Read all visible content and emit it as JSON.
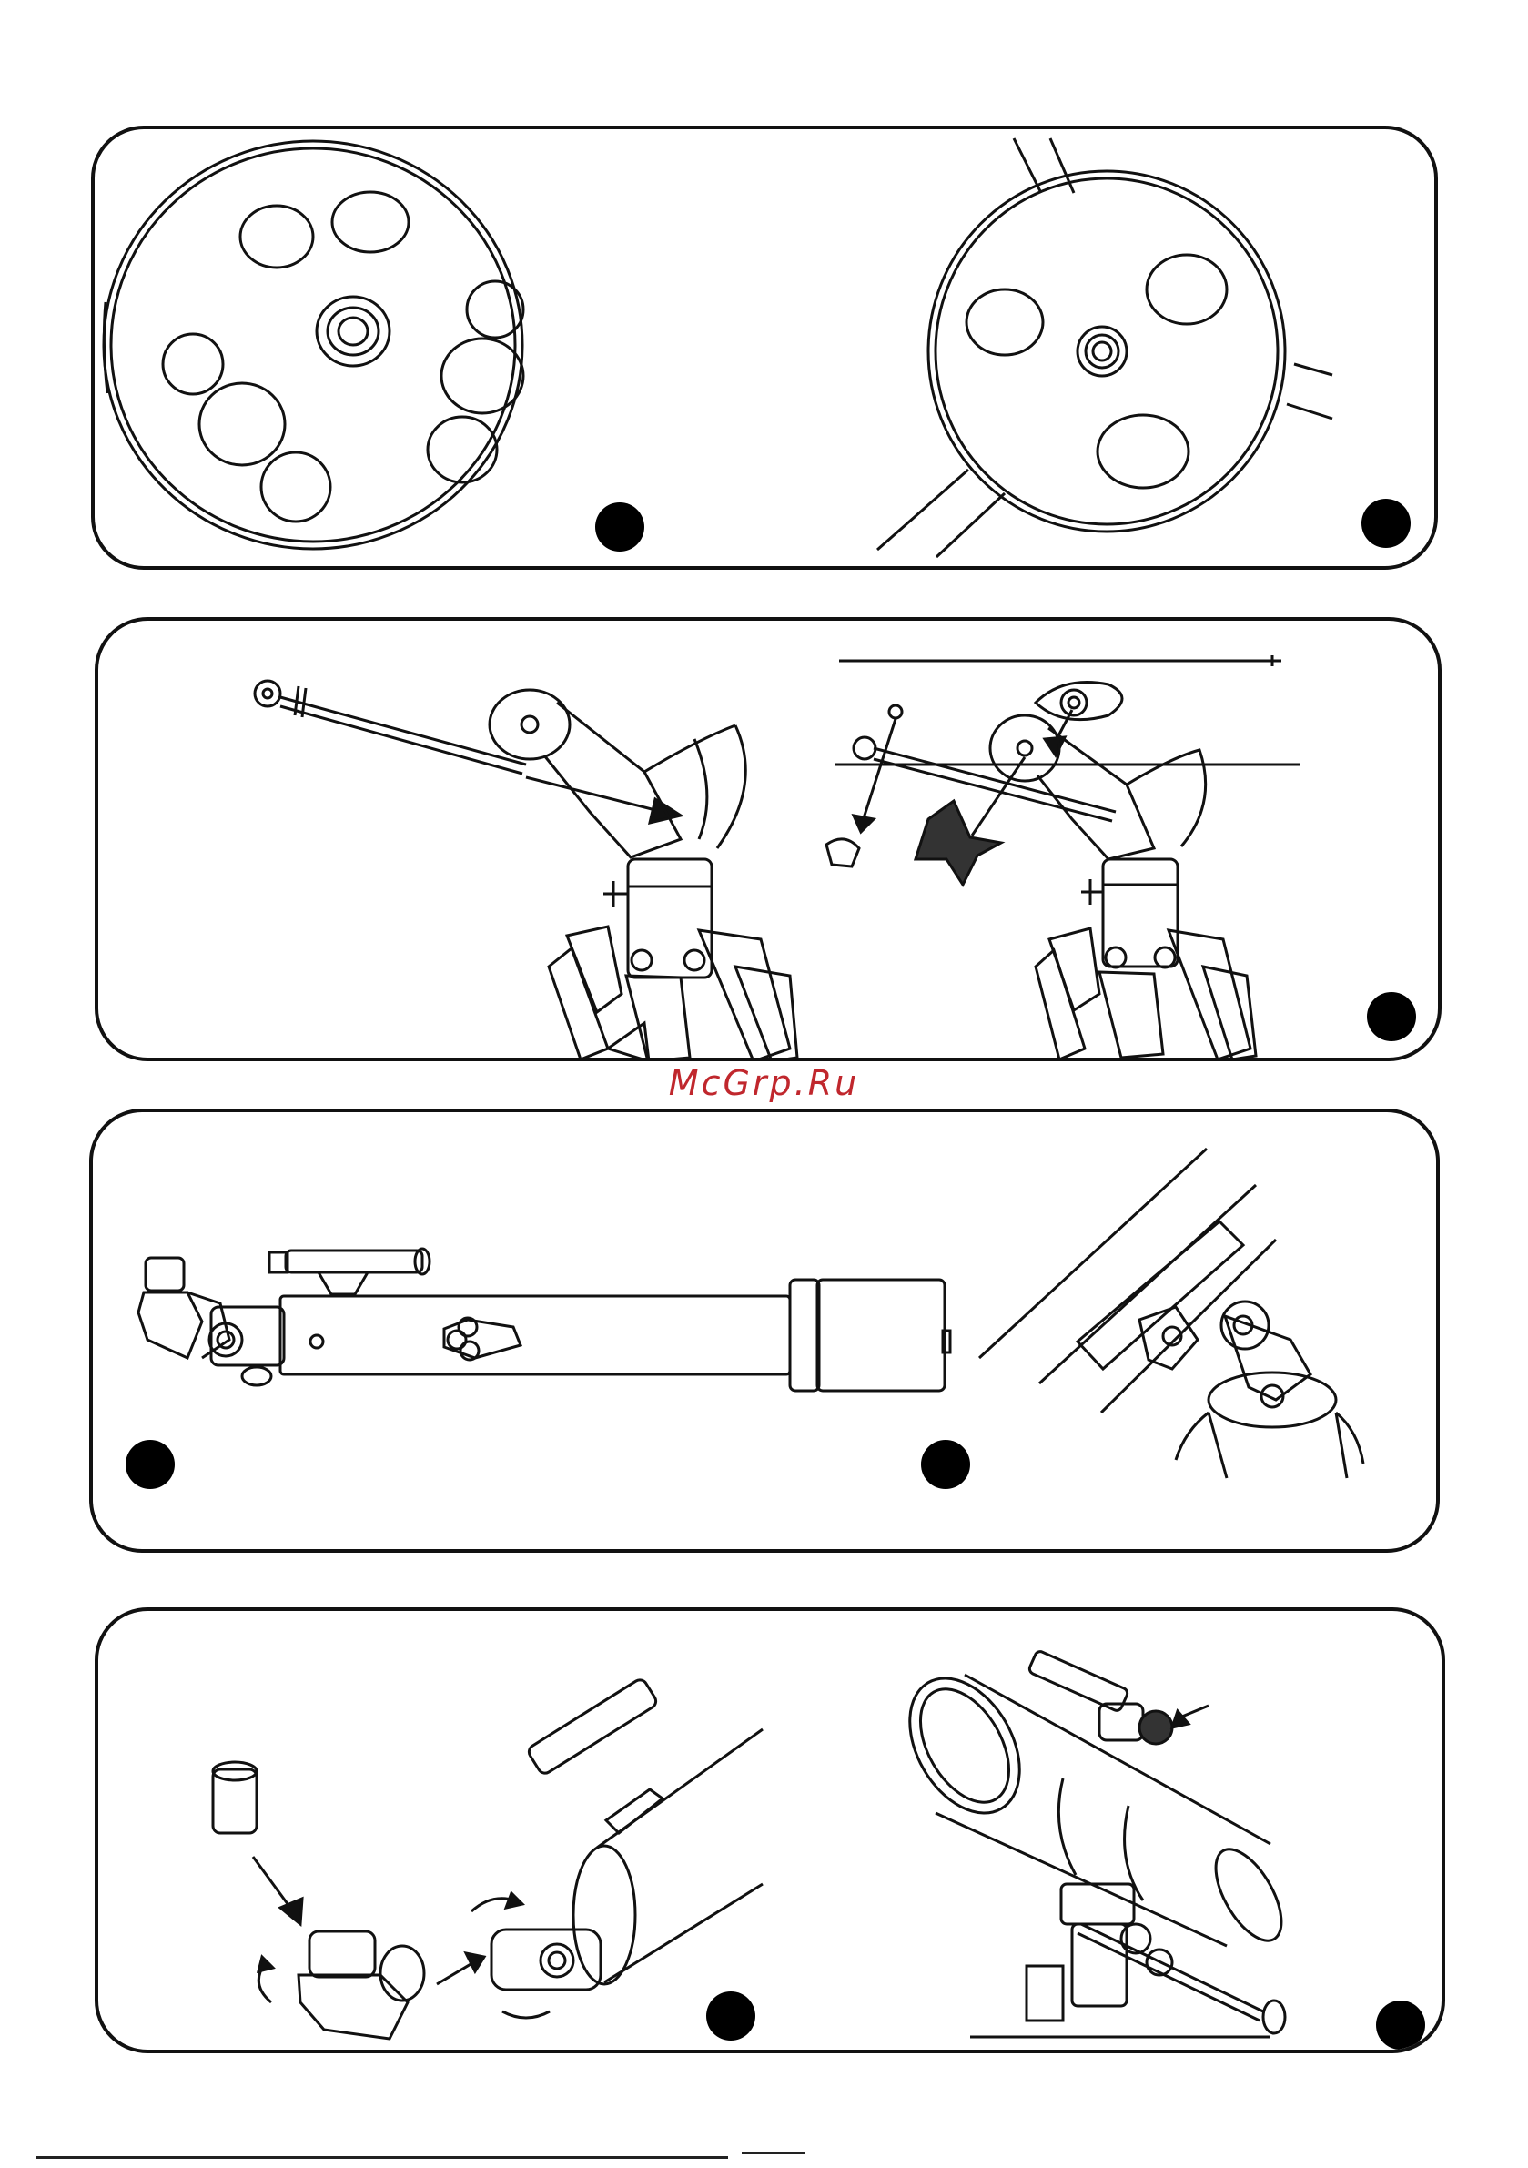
{
  "watermark": {
    "text": "McGrp.Ru",
    "color": "#c0272d"
  },
  "colors": {
    "line": "#111111",
    "background": "#ffffff"
  },
  "panels": [
    {
      "id": "row-1",
      "figures": [
        "tray-wheel-large",
        "tray-wheel-on-tripod"
      ]
    },
    {
      "id": "row-2",
      "figures": [
        "mount-with-counterweight-rod",
        "mount-screw-assembly"
      ]
    },
    {
      "id": "row-3",
      "figures": [
        "refractor-tube",
        "tube-saddle-detail"
      ]
    },
    {
      "id": "row-4",
      "figures": [
        "diagonal-eyepiece-insertion",
        "reflector-on-mount"
      ]
    }
  ]
}
